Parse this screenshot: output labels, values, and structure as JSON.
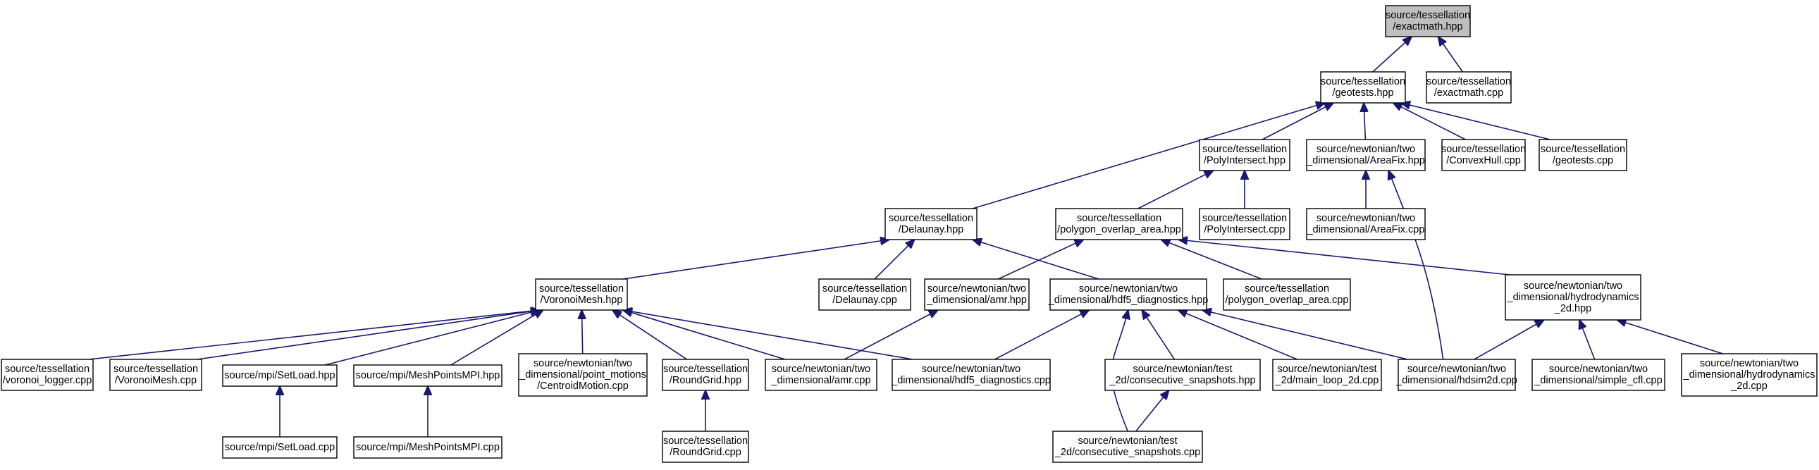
{
  "graph": {
    "title": "",
    "colors": {
      "edge": "#191970",
      "root_fill": "#bfbfbf",
      "node_fill": "#ffffff",
      "border": "#000000"
    },
    "nodes": {
      "exactmath_hpp": [
        "source/tessellation",
        "/exactmath.hpp"
      ],
      "geotests_hpp": [
        "source/tessellation",
        "/geotests.hpp"
      ],
      "exactmath_cpp": [
        "source/tessellation",
        "/exactmath.cpp"
      ],
      "delaunay_hpp": [
        "source/tessellation",
        "/Delaunay.hpp"
      ],
      "polyintersect_hpp": [
        "source/tessellation",
        "/PolyIntersect.hpp"
      ],
      "areafix_hpp": [
        "source/newtonian/two",
        "_dimensional/AreaFix.hpp"
      ],
      "convexhull_cpp": [
        "source/tessellation",
        "/ConvexHull.cpp"
      ],
      "geotests_cpp": [
        "source/tessellation",
        "/geotests.cpp"
      ],
      "polygon_overlap_hpp": [
        "source/tessellation",
        "/polygon_overlap_area.hpp"
      ],
      "polyintersect_cpp": [
        "source/tessellation",
        "/PolyIntersect.cpp"
      ],
      "areafix_cpp": [
        "source/newtonian/two",
        "_dimensional/AreaFix.cpp"
      ],
      "voronoimesh_hpp": [
        "source/tessellation",
        "/VoronoiMesh.hpp"
      ],
      "delaunay_cpp": [
        "source/tessellation",
        "/Delaunay.cpp"
      ],
      "amr_hpp": [
        "source/newtonian/two",
        "_dimensional/amr.hpp"
      ],
      "hdf5_hpp": [
        "source/newtonian/two",
        "_dimensional/hdf5_diagnostics.hpp"
      ],
      "polygon_overlap_cpp": [
        "source/tessellation",
        "/polygon_overlap_area.cpp"
      ],
      "hydro_hpp": [
        "source/newtonian/two",
        "_dimensional/hydrodynamics",
        "_2d.hpp"
      ],
      "voronoi_logger_cpp": [
        "source/tessellation",
        "/voronoi_logger.cpp"
      ],
      "voronoimesh_cpp": [
        "source/tessellation",
        "/VoronoiMesh.cpp"
      ],
      "setload_hpp": [
        "source/mpi/SetLoad.hpp"
      ],
      "meshpointsmpi_hpp": [
        "source/mpi/MeshPointsMPI.hpp"
      ],
      "centroidmotion_cpp": [
        "source/newtonian/two",
        "_dimensional/point_motions",
        "/CentroidMotion.cpp"
      ],
      "roundgrid_hpp": [
        "source/tessellation",
        "/RoundGrid.hpp"
      ],
      "amr_cpp": [
        "source/newtonian/two",
        "_dimensional/amr.cpp"
      ],
      "hdf5_cpp": [
        "source/newtonian/two",
        "_dimensional/hdf5_diagnostics.cpp"
      ],
      "consecutive_hpp": [
        "source/newtonian/test",
        "_2d/consecutive_snapshots.hpp"
      ],
      "main_loop_cpp": [
        "source/newtonian/test",
        "_2d/main_loop_2d.cpp"
      ],
      "hdsim2d_cpp": [
        "source/newtonian/two",
        "_dimensional/hdsim2d.cpp"
      ],
      "simple_cfl_cpp": [
        "source/newtonian/two",
        "_dimensional/simple_cfl.cpp"
      ],
      "hydro_cpp": [
        "source/newtonian/two",
        "_dimensional/hydrodynamics",
        "_2d.cpp"
      ],
      "setload_cpp": [
        "source/mpi/SetLoad.cpp"
      ],
      "meshpointsmpi_cpp": [
        "source/mpi/MeshPointsMPI.cpp"
      ],
      "roundgrid_cpp": [
        "source/tessellation",
        "/RoundGrid.cpp"
      ],
      "consecutive_cpp": [
        "source/newtonian/test",
        "_2d/consecutive_snapshots.cpp"
      ]
    }
  }
}
